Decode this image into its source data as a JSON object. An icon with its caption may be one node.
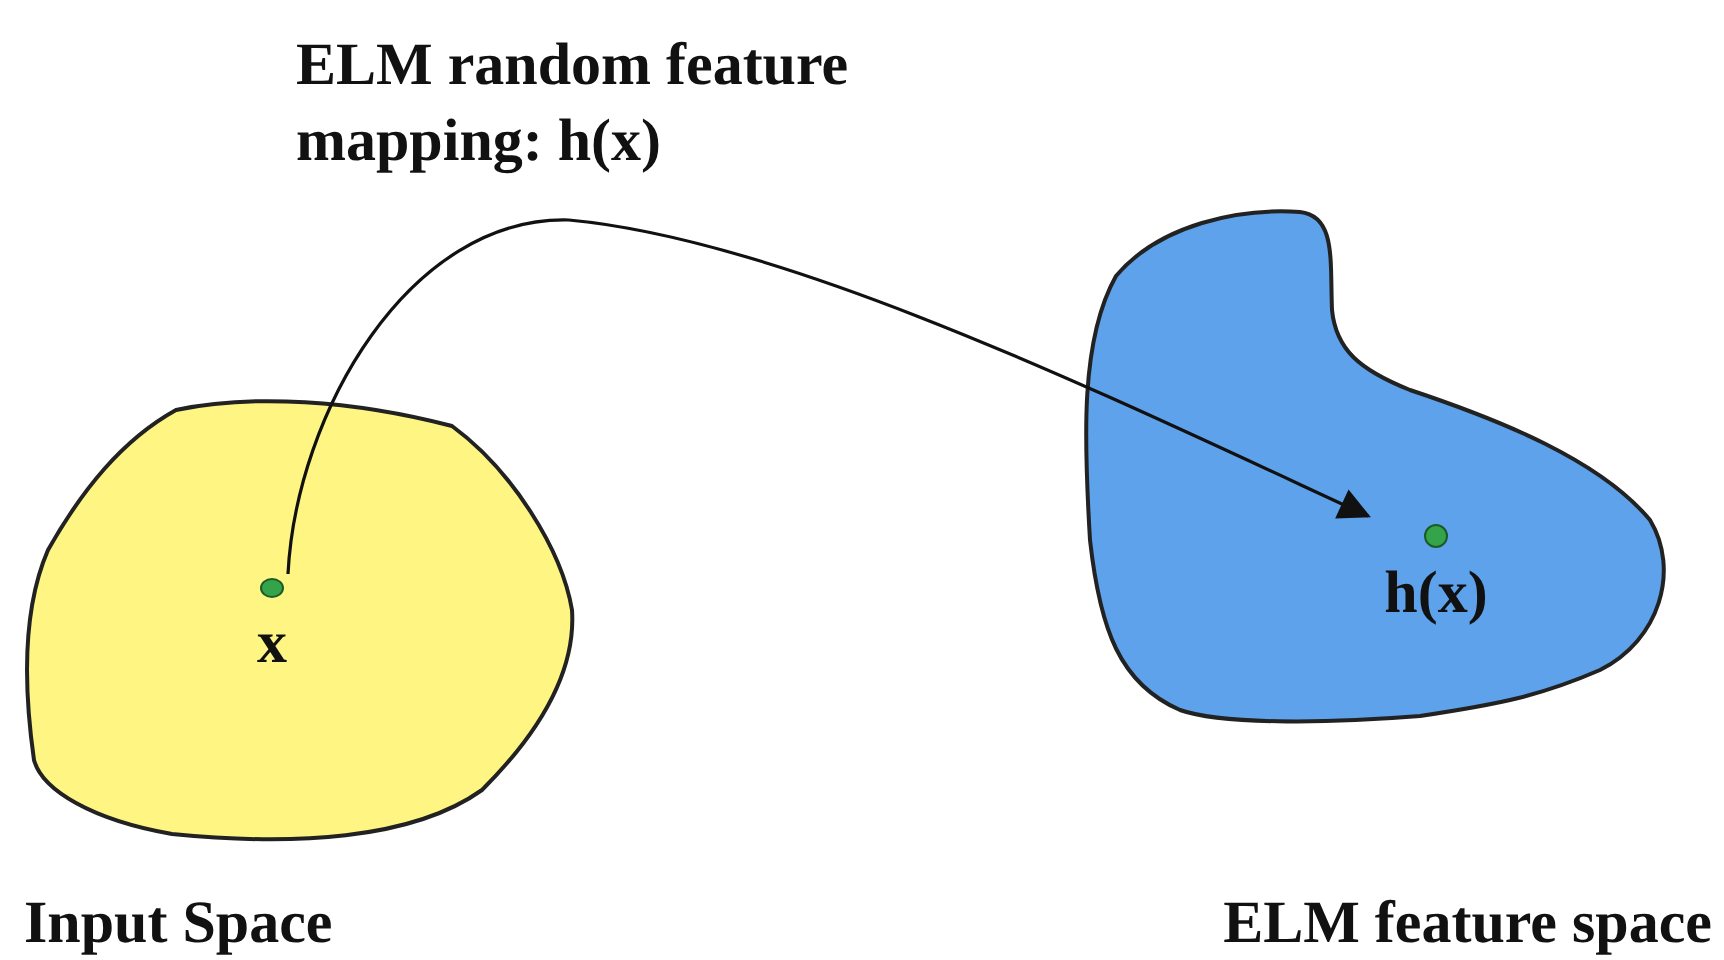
{
  "diagram": {
    "nodes": [
      {
        "text": [
          "Input Space"
        ]
      },
      {
        "text": [
          "ELM feature space"
        ]
      },
      {
        "text": [
          "x"
        ],
        "in": 0
      },
      {
        "text": [
          "h(x)"
        ],
        "in": 1
      }
    ],
    "edges": [
      {
        "from": 2,
        "to": 3,
        "arrow": "to",
        "label": "ELM random feature mapping: h(x)"
      }
    ]
  }
}
